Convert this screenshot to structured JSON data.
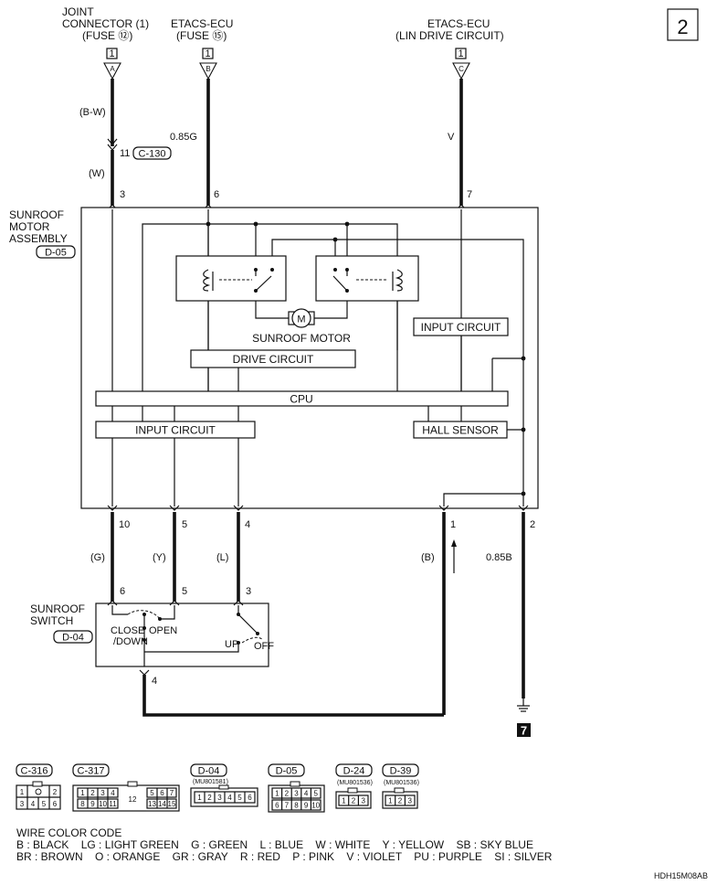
{
  "page_number": "2",
  "sources": {
    "a": {
      "lines": [
        "JOINT",
        "CONNECTOR (1)",
        "(FUSE ⑫)"
      ],
      "tag": "1",
      "letter": "A"
    },
    "b": {
      "lines": [
        "ETACS-ECU",
        "(FUSE ⑮)"
      ],
      "tag": "1",
      "letter": "B"
    },
    "c": {
      "lines": [
        "ETACS-ECU",
        "(LIN DRIVE CIRCUIT)"
      ],
      "tag": "1",
      "letter": "C"
    }
  },
  "wires": {
    "a_top_color": "(B-W)",
    "a_pin": "11",
    "a_connector": "C-130",
    "a_bottom_color": "(W)",
    "b_color": "0.85G",
    "c_color": "V",
    "sw6_color": "(G)",
    "sw5_color": "(Y)",
    "sw3_color": "(L)",
    "ecu1_color": "(B)",
    "gnd_color": "0.85B"
  },
  "pins": {
    "top3": "3",
    "top6": "6",
    "top7": "7",
    "bot10": "10",
    "bot5": "5",
    "bot4": "4",
    "bot1": "1",
    "bot2": "2",
    "sw6": "6",
    "sw5": "5",
    "sw3": "3",
    "sw4": "4"
  },
  "motor_assembly": {
    "label": [
      "SUNROOF",
      "MOTOR",
      "ASSEMBLY"
    ],
    "connector": "D-05",
    "motor_label": "SUNROOF MOTOR",
    "drive_circuit": "DRIVE CIRCUIT",
    "cpu": "CPU",
    "input_circuit_left": "INPUT CIRCUIT",
    "input_circuit_right": "INPUT CIRCUIT",
    "hall_sensor": "HALL SENSOR"
  },
  "sunroof_switch": {
    "label": [
      "SUNROOF",
      "SWITCH"
    ],
    "connector": "D-04",
    "close": [
      "CLOSE",
      "/DOWN"
    ],
    "open": "OPEN",
    "up": "UP",
    "off": "OFF"
  },
  "ground": {
    "number": "7"
  },
  "connectors": [
    {
      "name": "C-316",
      "part": ""
    },
    {
      "name": "C-317",
      "part": ""
    },
    {
      "name": "D-04",
      "part": "(MU801581)"
    },
    {
      "name": "D-05",
      "part": ""
    },
    {
      "name": "D-24",
      "part": "(MU801536)"
    },
    {
      "name": "D-39",
      "part": "(MU801536)"
    }
  ],
  "connector_pins": {
    "c316_row1": [
      "1",
      "2"
    ],
    "c316_row2": [
      "3",
      "4",
      "5",
      "6"
    ],
    "c317_row1": [
      "1",
      "2",
      "3",
      "4",
      "5",
      "6",
      "7"
    ],
    "c317_mid": "12",
    "c317_row2": [
      "8",
      "9",
      "10",
      "11",
      "13",
      "14",
      "15"
    ],
    "d04_row": [
      "1",
      "2",
      "3",
      "4",
      "5",
      "6"
    ],
    "d05_row1": [
      "1",
      "2",
      "3",
      "4",
      "5"
    ],
    "d05_row2": [
      "6",
      "7",
      "8",
      "9",
      "10"
    ],
    "d24_row": [
      "1",
      "2",
      "3"
    ],
    "d39_row": [
      "1",
      "2",
      "3"
    ]
  },
  "wire_color_code": {
    "title": "WIRE COLOR CODE",
    "line1": "B : BLACK    LG : LIGHT GREEN    G : GREEN    L : BLUE    W : WHITE    Y : YELLOW    SB : SKY BLUE",
    "line2": "BR : BROWN    O : ORANGE    GR : GRAY    R : RED    P : PINK    V : VIOLET    PU : PURPLE    SI : SILVER"
  },
  "drawing_id": "HDH15M08AB"
}
